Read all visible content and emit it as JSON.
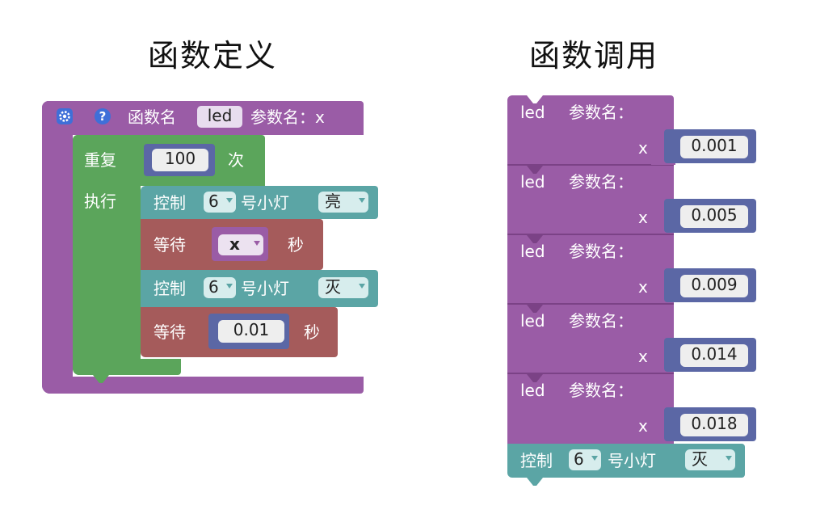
{
  "titles": {
    "definition": "函数定义",
    "call": "函数调用"
  },
  "def": {
    "header_label": "函数名",
    "fn_name": "led",
    "param_label": "参数名：x",
    "repeat_label": "重复",
    "repeat_count": "100",
    "repeat_unit": "次",
    "exec_label": "执行",
    "ctrl1": {
      "label": "控制",
      "pin": "6",
      "mid": "号小灯",
      "state": "亮"
    },
    "wait1": {
      "label": "等待",
      "var": "x",
      "unit": "秒"
    },
    "ctrl2": {
      "label": "控制",
      "pin": "6",
      "mid": "号小灯",
      "state": "灭"
    },
    "wait2": {
      "label": "等待",
      "value": "0.01",
      "unit": "秒"
    }
  },
  "calls": [
    {
      "fn": "led",
      "param": "参数名：",
      "x": "x",
      "value": "0.001"
    },
    {
      "fn": "led",
      "param": "参数名：",
      "x": "x",
      "value": "0.005"
    },
    {
      "fn": "led",
      "param": "参数名：",
      "x": "x",
      "value": "0.009"
    },
    {
      "fn": "led",
      "param": "参数名：",
      "x": "x",
      "value": "0.014"
    },
    {
      "fn": "led",
      "param": "参数名：",
      "x": "x",
      "value": "0.018"
    }
  ],
  "final_ctrl": {
    "label": "控制",
    "pin": "6",
    "mid": "号小灯",
    "state": "灭"
  },
  "colors": {
    "procedure": "#9a5ca6",
    "loop": "#5ba55b",
    "control": "#5ba5a5",
    "wait": "#a55b5b",
    "number": "#5b67a5"
  },
  "icons": {
    "gear": "gear-icon",
    "help": "help-icon"
  }
}
